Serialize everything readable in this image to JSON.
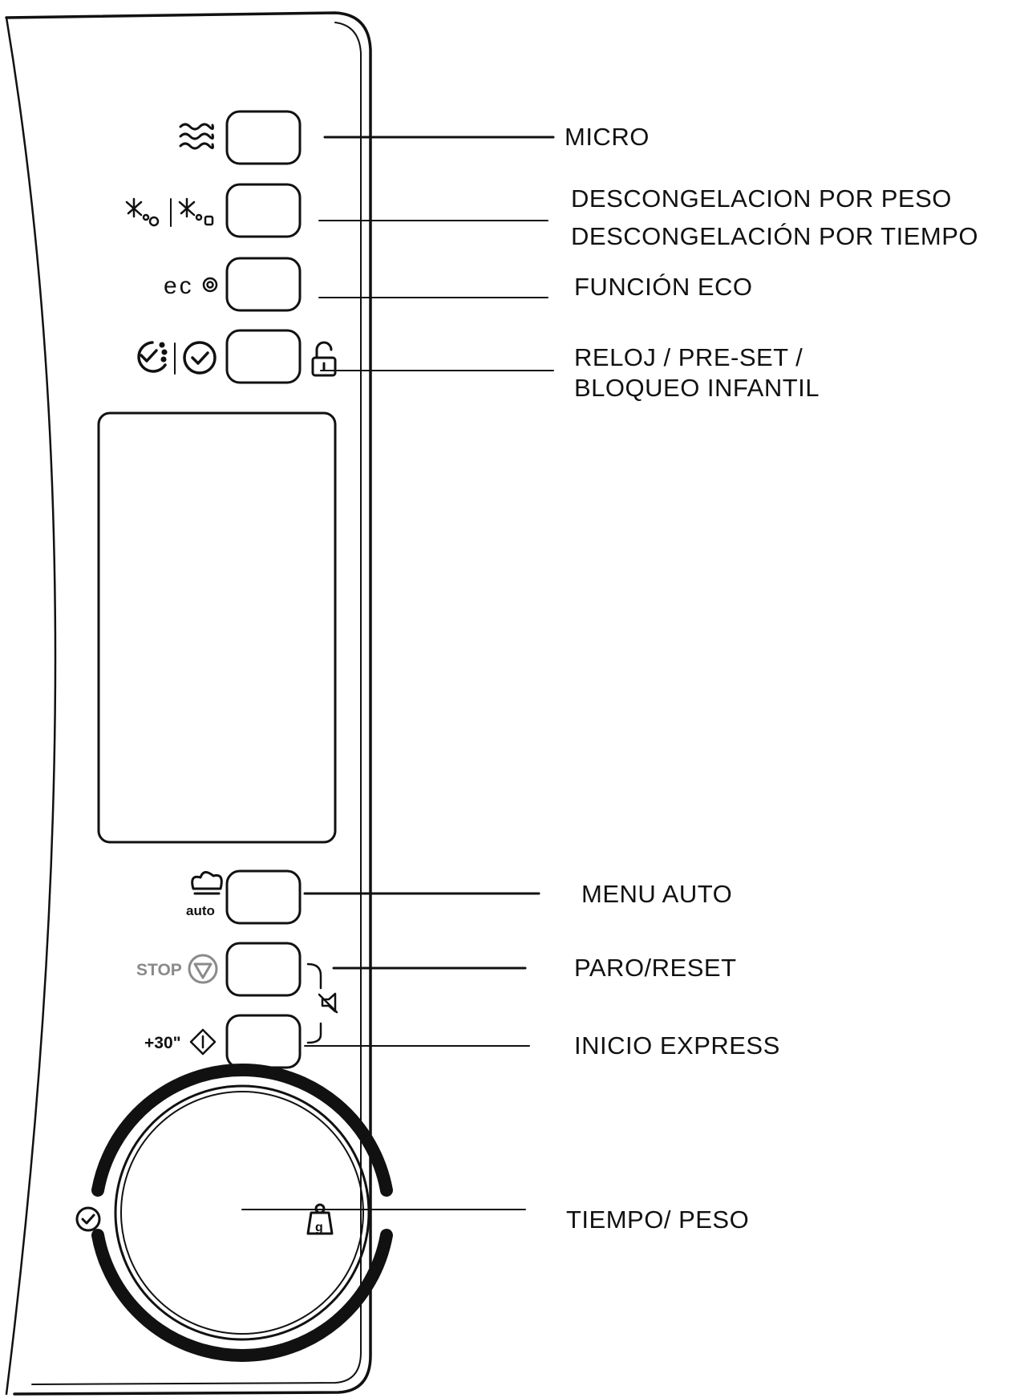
{
  "colors": {
    "ink": "#111111",
    "grey_text": "#8a8a8a",
    "background": "#ffffff"
  },
  "panel_icons": {
    "micro": "microwave-waves-icon",
    "defrost": "defrost-weight-time-icon",
    "eco_text": "ec",
    "clock": "clock-preset-icon",
    "lock": "padlock-icon",
    "auto_text": "auto",
    "stop_text": "STOP",
    "plus30_text": "+30\"",
    "no_sound": "no-sound-icon",
    "dial_left": "clock-icon",
    "dial_right": "weight-icon"
  },
  "callouts": {
    "micro": "MICRO",
    "defrost_weight": "DESCONGELACION POR PESO",
    "defrost_time": "DESCONGELACIÓN POR TIEMPO",
    "eco": "FUNCIÓN ECO",
    "clock_line1": "RELOJ / PRE-SET /",
    "clock_line2": "BLOQUEO INFANTIL",
    "menu_auto": "MENU AUTO",
    "stop_reset": "PARO/RESET",
    "start_express": "INICIO EXPRESS",
    "dial": "TIEMPO/ PESO"
  }
}
